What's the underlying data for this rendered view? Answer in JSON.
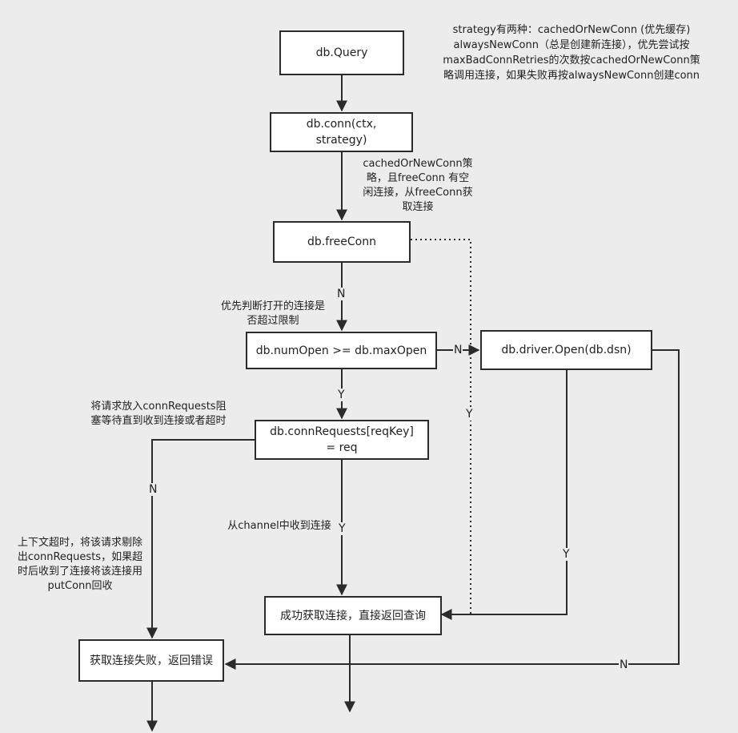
{
  "nodes": {
    "db_query": "db.Query",
    "db_conn": "db.conn(ctx,\nstrategy)",
    "db_freeconn": "db.freeConn",
    "num_open_check": "db.numOpen >= db.maxOpen",
    "driver_open": "db.driver.Open(db.dsn)",
    "conn_requests": "db.connRequests[reqKey]\n= req",
    "success": "成功获取连接，直接返回查询",
    "failure": "获取连接失败，返回错误"
  },
  "notes": {
    "strategy": "strategy有两种：cachedOrNewConn (优先缓存)\nalwaysNewConn（总是创建新连接），优先尝试按\nmaxBadConnRetries的次数按cachedOrNewConn策\n略调用连接，如果失败再按alwaysNewConn创建conn",
    "freeconn_note": "cachedOrNewConn策\n略，且freeConn 有空\n闲连接，从freeConn获\n取连接",
    "limit_note": "优先判断打开的连接是\n否超过限制",
    "block_note": "将请求放入connRequests阻\n塞等待直到收到连接或者超时",
    "timeout_note": "上下文超时，将该请求剔除\n出connRequests，如果超\n时后收到了连接将该连接用\nputConn回收",
    "channel_note": "从channel中收到连接"
  },
  "edge_labels": {
    "freeconn_n": "N",
    "numopen_n": "N",
    "numopen_y": "Y",
    "freeconn_y": "Y",
    "req_y": "Y",
    "req_n": "N",
    "driver_y": "Y",
    "driver_n": "N"
  }
}
